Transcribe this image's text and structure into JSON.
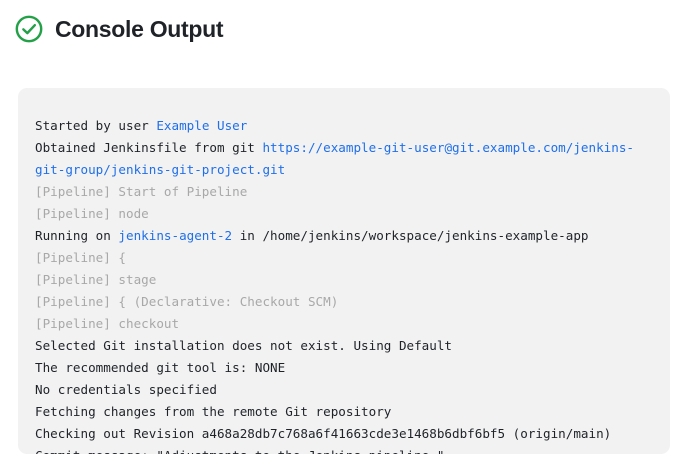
{
  "header": {
    "title": "Console Output",
    "status_icon": "check-circle-icon",
    "status_color": "#2aa css"
  },
  "colors": {
    "success_green": "#24a148",
    "link_blue": "#1f6feb",
    "muted_gray": "#a8a8a8",
    "text_dark": "#1f2328",
    "panel_bg": "#f2f2f2",
    "page_bg": "#ffffff"
  },
  "console": {
    "lines": [
      {
        "style": "normal",
        "segments": [
          {
            "kind": "plain",
            "text": "Started by user "
          },
          {
            "kind": "link",
            "text": "Example User"
          }
        ]
      },
      {
        "style": "normal",
        "segments": [
          {
            "kind": "plain",
            "text": "Obtained Jenkinsfile from git "
          },
          {
            "kind": "link",
            "text": "https://example-git-user@git.example.com/jenkins-git-group/jenkins-git-project.git"
          }
        ]
      },
      {
        "style": "muted",
        "segments": [
          {
            "kind": "muted",
            "text": "[Pipeline] Start of Pipeline"
          }
        ]
      },
      {
        "style": "muted",
        "segments": [
          {
            "kind": "muted",
            "text": "[Pipeline] node"
          }
        ]
      },
      {
        "style": "normal",
        "segments": [
          {
            "kind": "plain",
            "text": "Running on "
          },
          {
            "kind": "link",
            "text": "jenkins-agent-2"
          },
          {
            "kind": "plain",
            "text": " in /home/jenkins/workspace/jenkins-example-app"
          }
        ]
      },
      {
        "style": "muted",
        "segments": [
          {
            "kind": "muted",
            "text": "[Pipeline] {"
          }
        ]
      },
      {
        "style": "muted",
        "segments": [
          {
            "kind": "muted",
            "text": "[Pipeline] stage"
          }
        ]
      },
      {
        "style": "muted",
        "segments": [
          {
            "kind": "muted",
            "text": "[Pipeline] { (Declarative: Checkout SCM)"
          }
        ]
      },
      {
        "style": "muted",
        "segments": [
          {
            "kind": "muted",
            "text": "[Pipeline] checkout"
          }
        ]
      },
      {
        "style": "normal",
        "segments": [
          {
            "kind": "plain",
            "text": "Selected Git installation does not exist. Using Default"
          }
        ]
      },
      {
        "style": "normal",
        "segments": [
          {
            "kind": "plain",
            "text": "The recommended git tool is: NONE"
          }
        ]
      },
      {
        "style": "normal",
        "segments": [
          {
            "kind": "plain",
            "text": "No credentials specified"
          }
        ]
      },
      {
        "style": "normal",
        "segments": [
          {
            "kind": "plain",
            "text": "Fetching changes from the remote Git repository"
          }
        ]
      },
      {
        "style": "normal",
        "segments": [
          {
            "kind": "plain",
            "text": "Checking out Revision a468a28db7c768a6f41663cde3e1468b6dbf6bf5 (origin/main)"
          }
        ]
      },
      {
        "style": "normal",
        "segments": [
          {
            "kind": "plain",
            "text": "Commit message: \"Adjustments to the Jenkins pipeline.\""
          }
        ]
      }
    ]
  }
}
